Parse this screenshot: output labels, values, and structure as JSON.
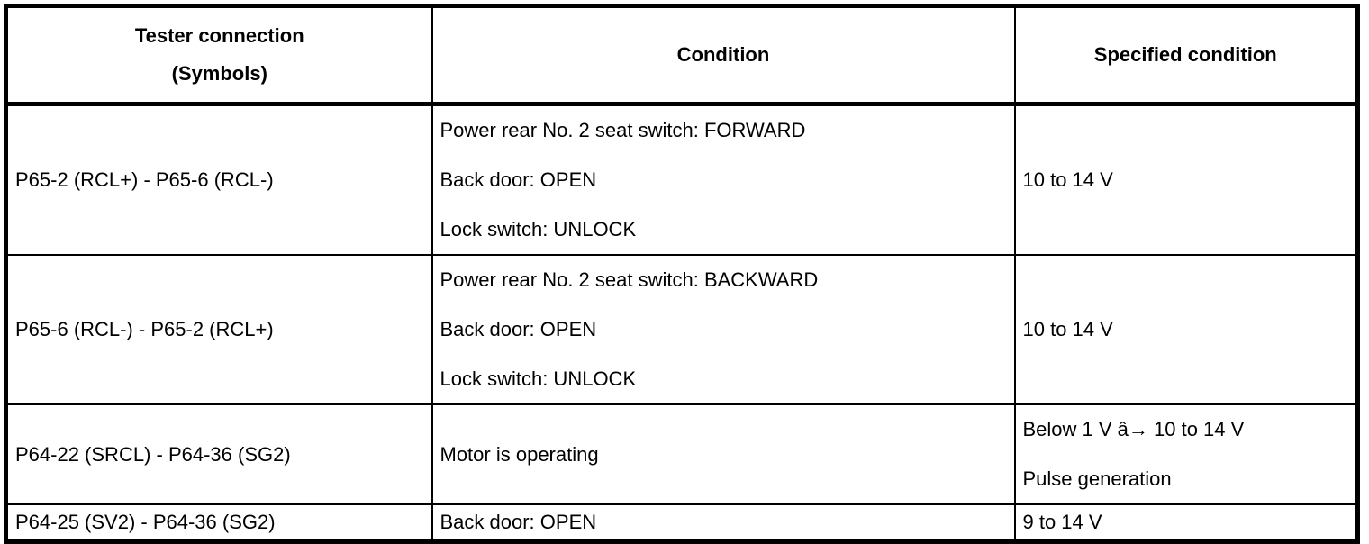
{
  "table": {
    "headers": [
      {
        "name": "tester-connection",
        "lines": [
          "Tester connection",
          "(Symbols)"
        ]
      },
      {
        "name": "condition",
        "lines": [
          "Condition"
        ]
      },
      {
        "name": "specified-condition",
        "lines": [
          "Specified condition"
        ]
      }
    ],
    "rows": [
      {
        "tester_connection": "P65-2 (RCL+) - P65-6 (RCL-)",
        "condition_lines": [
          "Power rear No. 2 seat switch: FORWARD",
          "Back door: OPEN",
          "Lock switch: UNLOCK"
        ],
        "specified_lines": [
          "10 to 14 V"
        ]
      },
      {
        "tester_connection": "P65-6 (RCL-) - P65-2 (RCL+)",
        "condition_lines": [
          "Power rear No. 2 seat switch: BACKWARD",
          "Back door: OPEN",
          "Lock switch: UNLOCK"
        ],
        "specified_lines": [
          "10 to 14 V"
        ]
      },
      {
        "tester_connection": "P64-22 (SRCL) - P64-36 (SG2)",
        "condition_lines": [
          "Motor is operating"
        ],
        "specified_lines": [
          "Below 1 V â→ 10 to 14 V",
          "Pulse generation"
        ]
      },
      {
        "tester_connection": "P64-25 (SV2) - P64-36 (SG2)",
        "condition_lines": [
          "Back door: OPEN"
        ],
        "specified_lines": [
          "9 to 14 V"
        ]
      }
    ]
  },
  "colors": {
    "border": "#000000",
    "background": "#ffffff",
    "text": "#000000"
  }
}
